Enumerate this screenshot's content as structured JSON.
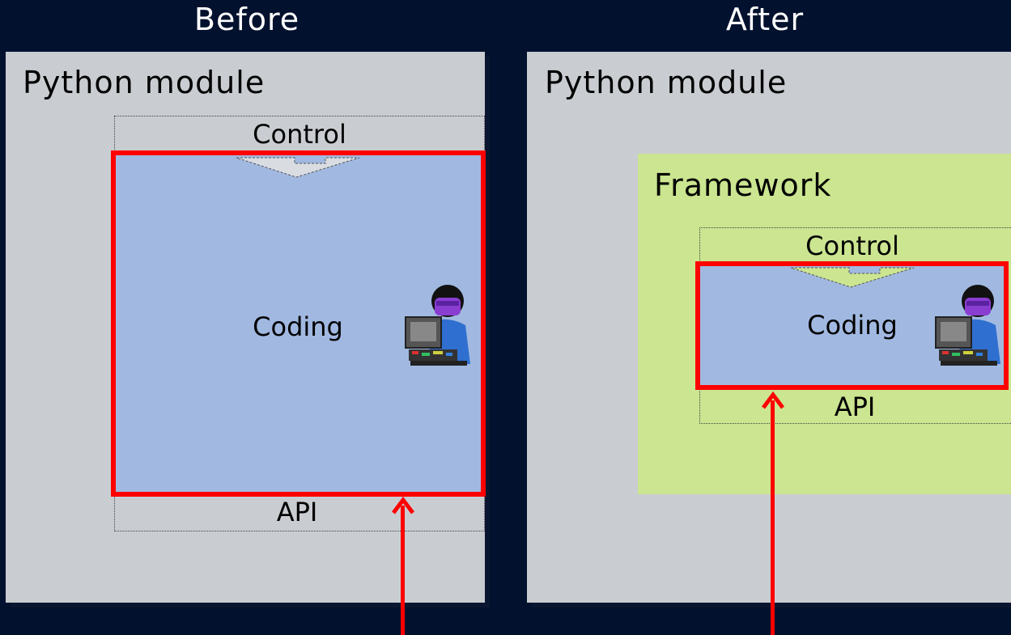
{
  "headings": {
    "before": "Before",
    "after": "After"
  },
  "before": {
    "module_title": "Python module",
    "control_label": "Control",
    "coding_label": "Coding",
    "api_label": "API"
  },
  "after": {
    "module_title": "Python module",
    "framework_label": "Framework",
    "control_label": "Control",
    "coding_label": "Coding",
    "api_label": "API"
  },
  "colors": {
    "background": "#01112e",
    "module_panel": "#c9cdd1",
    "coding_box": "#a1b9e1",
    "framework": "#cbe590",
    "highlight": "#ff0000"
  },
  "icons": [
    "programmer-icon"
  ]
}
